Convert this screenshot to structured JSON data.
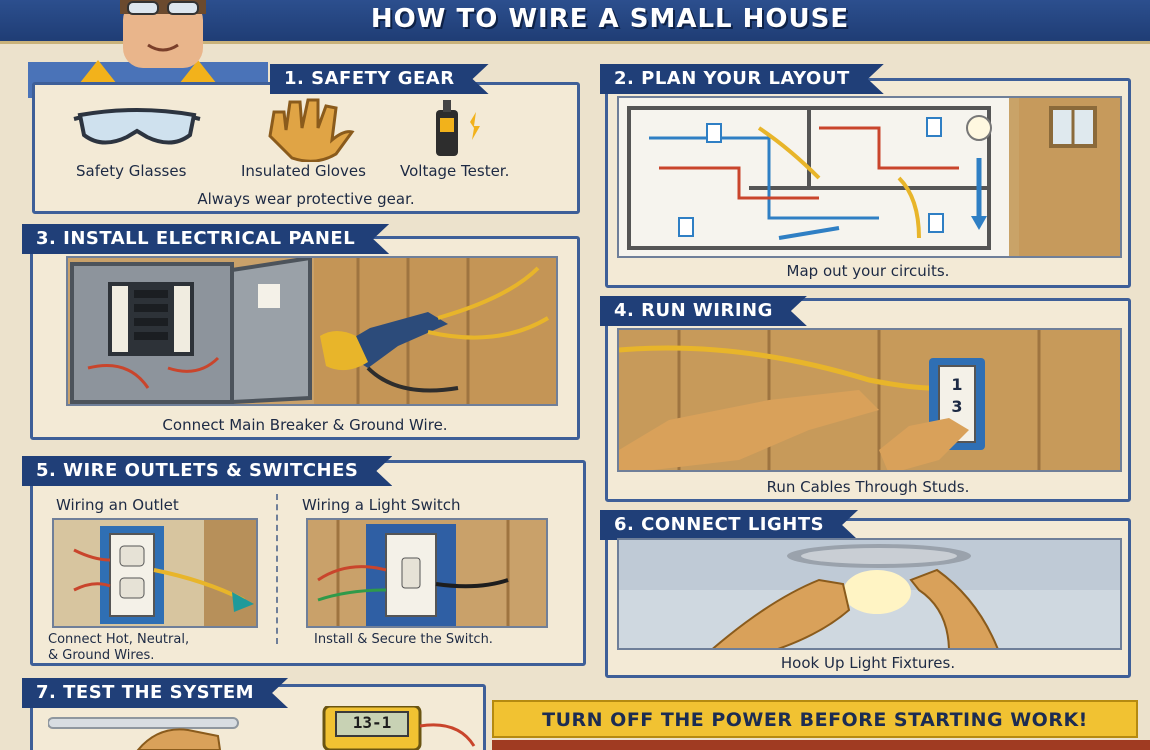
{
  "title": "HOW TO WIRE A SMALL HOUSE",
  "steps": {
    "safety": {
      "heading": "1. SAFETY GEAR",
      "items": [
        "Safety Glasses",
        "Insulated Gloves",
        "Voltage Tester."
      ],
      "caption": "Always wear protective gear."
    },
    "plan": {
      "heading": "2. PLAN YOUR LAYOUT",
      "caption": "Map out your circuits."
    },
    "panel": {
      "heading": "3. INSTALL ELECTRICAL PANEL",
      "caption": "Connect Main Breaker & Ground Wire."
    },
    "wiring": {
      "heading": "4. RUN WIRING",
      "caption": "Run Cables Through Studs.",
      "switch_digits": "1\n3"
    },
    "outlets": {
      "heading": "5. WIRE OUTLETS & SWITCHES",
      "outlet_title": "Wiring an Outlet",
      "switch_title": "Wiring a Light Switch",
      "outlet_caption_1": "Connect Hot, Neutral,",
      "outlet_caption_2": "& Ground Wires.",
      "switch_caption": "Install & Secure the Switch."
    },
    "lights": {
      "heading": "6. CONNECT LIGHTS",
      "caption": "Hook Up Light Fixtures."
    },
    "test": {
      "heading": "7. TEST THE SYSTEM",
      "meter_reading": "13-1"
    }
  },
  "warning": "TURN OFF THE POWER BEFORE STARTING WORK!",
  "colors": {
    "navy": "#203f78",
    "border": "#3e5f98",
    "background": "#ece2cc",
    "glove": "#e0a445",
    "wire_yellow": "#e8b52a",
    "wire_blue": "#2f7fc4",
    "wire_red": "#c9452c",
    "warning": "#f1c232"
  }
}
